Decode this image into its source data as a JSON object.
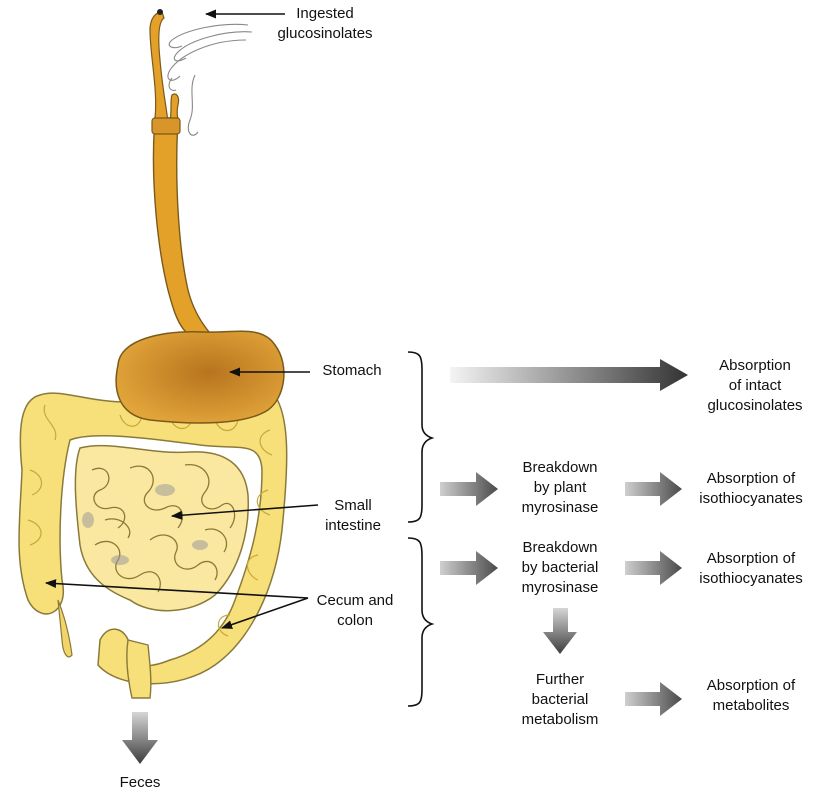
{
  "labels": {
    "ingested": [
      "Ingested",
      "glucosinolates"
    ],
    "stomach": "Stomach",
    "small_intestine": [
      "Small",
      "intestine"
    ],
    "cecum_colon": [
      "Cecum and",
      "colon"
    ],
    "feces": "Feces",
    "absorption_intact": [
      "Absorption",
      "of intact",
      "glucosinolates"
    ],
    "breakdown_plant": [
      "Breakdown",
      "by plant",
      "myrosinase"
    ],
    "absorption_iso_1": [
      "Absorption of",
      "isothiocyanates"
    ],
    "breakdown_bacterial": [
      "Breakdown",
      "by bacterial",
      "myrosinase"
    ],
    "absorption_iso_2": [
      "Absorption of",
      "isothiocyanates"
    ],
    "further_metabolism": [
      "Further",
      "bacterial",
      "metabolism"
    ],
    "absorption_metabolites": [
      "Absorption of",
      "metabolites"
    ]
  },
  "colors": {
    "esophagus": "#e4a12a",
    "stomach": "#dc9a2c",
    "intestine": "#f7df7a",
    "intestine_dark": "#e8c84e",
    "intestine_outline": "#8a7a3a",
    "arrow_dark": "#333333",
    "arrow_light": "#dddddd"
  }
}
